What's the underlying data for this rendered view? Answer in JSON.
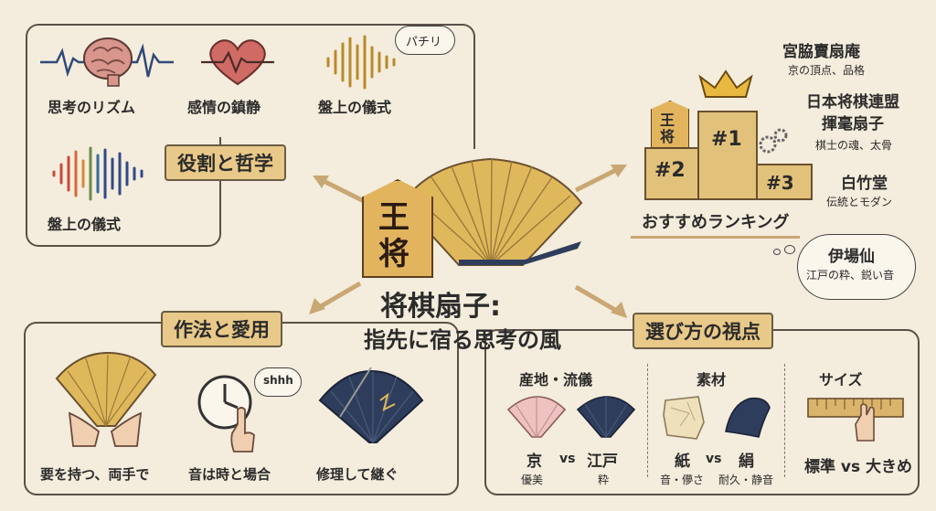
{
  "title": {
    "main": "将棋扇子:",
    "sub": "指先に宿る思考の風"
  },
  "center": {
    "koma_top": "王",
    "koma_bottom": "将"
  },
  "roles": {
    "heading": "役割と哲学",
    "items": [
      "思考のリズム",
      "感情の鎮静",
      "盤上の儀式",
      "盤上の儀式"
    ],
    "bubble": "パチリ"
  },
  "ranking": {
    "heading": "おすすめランキング",
    "podium": [
      "#1",
      "#2",
      "#3"
    ],
    "koma_top": "王",
    "koma_bottom": "将",
    "entries": [
      {
        "name": "宮脇賣扇庵",
        "desc": "京の頂点、品格"
      },
      {
        "name": "日本将棋連盟\n揮毫扇子",
        "desc": "棋士の魂、太骨"
      },
      {
        "name": "白竹堂",
        "desc": "伝統とモダン"
      },
      {
        "name": "伊場仙",
        "desc": "江戸の粋、鋭い音"
      }
    ]
  },
  "etiquette": {
    "heading": "作法と愛用",
    "items": [
      "要を持つ、両手で",
      "音は時と場合",
      "修理して継ぐ"
    ],
    "bubble": "shhh"
  },
  "choose": {
    "heading": "選び方の視点",
    "origin": {
      "title": "産地・流儀",
      "left": "京",
      "left_sub": "優美",
      "vs": "vs",
      "right": "江戸",
      "right_sub": "粋"
    },
    "material": {
      "title": "素材",
      "left": "紙",
      "left_sub": "音・儚さ",
      "vs": "vs",
      "right": "絹",
      "right_sub": "耐久・静音"
    },
    "size": {
      "title": "サイズ",
      "text": "標準 vs 大きめ"
    }
  },
  "colors": {
    "background": "#f4ecdc",
    "gold": "#e0b85c",
    "tag": "#e9c989",
    "navy": "#2f3d5c",
    "ink": "#5a5048"
  }
}
